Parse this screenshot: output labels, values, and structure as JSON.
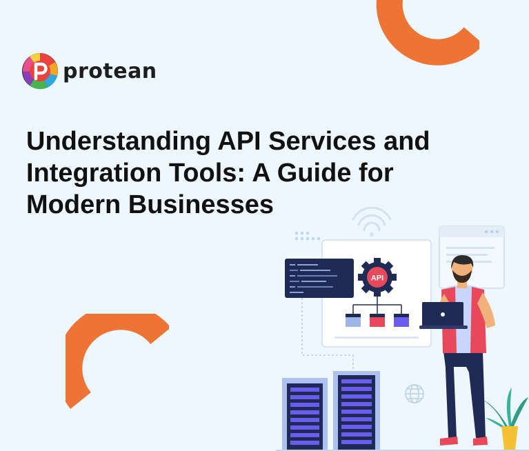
{
  "brand": {
    "name": "protean",
    "logo_icon": "protean-logo-icon"
  },
  "hero": {
    "headline": "Understanding API Services and Integration Tools: A Guide for Modern Businesses"
  },
  "illustration": {
    "api_label": "API",
    "icons": [
      "wifi-icon",
      "gear-icon",
      "globe-icon",
      "laptop-icon",
      "server-icon",
      "plant-icon",
      "person-icon",
      "code-window-icon"
    ]
  },
  "colors": {
    "background": "#eef7fd",
    "accent_orange": "#ed7434",
    "text": "#111111",
    "navy": "#1f2a55",
    "purple": "#6b5cf0",
    "red": "#e7485a"
  }
}
